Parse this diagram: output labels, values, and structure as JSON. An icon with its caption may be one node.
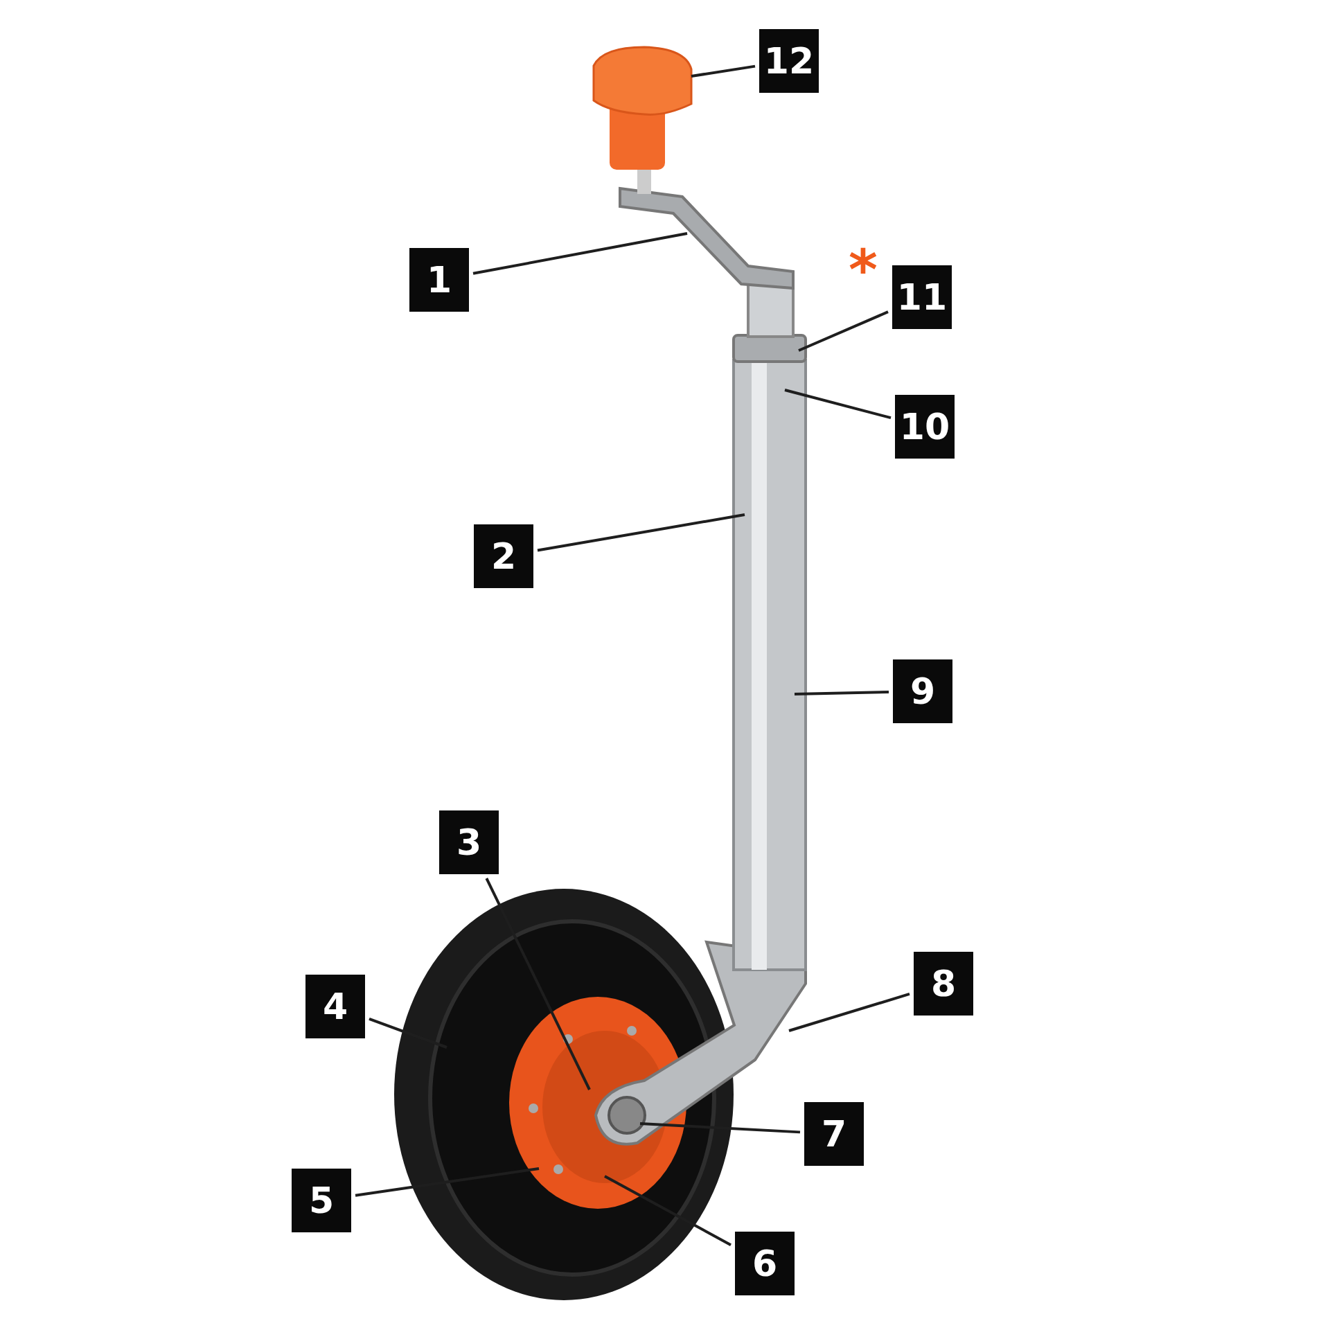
{
  "diagram": {
    "nodes": [
      {
        "text": [
          "12"
        ]
      },
      {
        "text": [
          "1"
        ]
      },
      {
        "text": [
          "11"
        ]
      },
      {
        "text": [
          "10"
        ]
      },
      {
        "text": [
          "2"
        ]
      },
      {
        "text": [
          "9"
        ]
      },
      {
        "text": [
          "3"
        ]
      },
      {
        "text": [
          "8"
        ]
      },
      {
        "text": [
          "4"
        ]
      },
      {
        "text": [
          "7"
        ]
      },
      {
        "text": [
          "5"
        ]
      },
      {
        "text": [
          "6"
        ]
      }
    ],
    "edges": [
      {
        "from": 0,
        "to": null,
        "arrow": "none"
      },
      {
        "from": 1,
        "to": null,
        "arrow": "none"
      },
      {
        "from": 2,
        "to": null,
        "arrow": "none"
      },
      {
        "from": 3,
        "to": null,
        "arrow": "none"
      },
      {
        "from": 4,
        "to": null,
        "arrow": "none"
      },
      {
        "from": 5,
        "to": null,
        "arrow": "none"
      },
      {
        "from": 6,
        "to": null,
        "arrow": "none"
      },
      {
        "from": 7,
        "to": null,
        "arrow": "none"
      },
      {
        "from": 8,
        "to": null,
        "arrow": "none"
      },
      {
        "from": 9,
        "to": null,
        "arrow": "none"
      },
      {
        "from": 10,
        "to": null,
        "arrow": "none"
      },
      {
        "from": 11,
        "to": null,
        "arrow": "none"
      }
    ],
    "labels": [
      "*"
    ]
  }
}
